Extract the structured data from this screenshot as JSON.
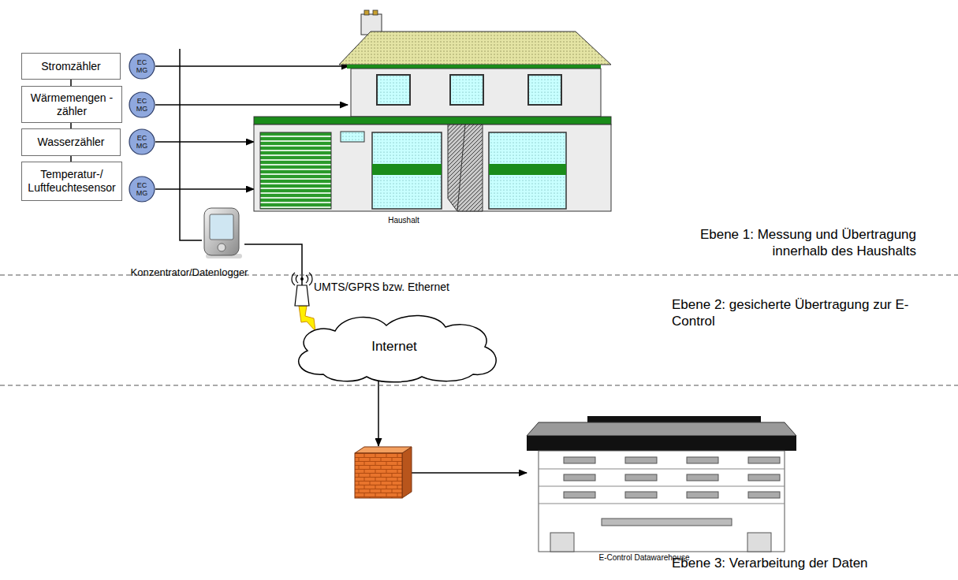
{
  "diagram": {
    "nodes": [
      {
        "text": [
          "Stromzähler"
        ]
      },
      {
        "text": [
          "Wärmemengen -zähler"
        ]
      },
      {
        "text": [
          "Wasserzähler"
        ]
      },
      {
        "text": [
          "Temperatur-/ Luftfeuchtesensor"
        ]
      },
      {
        "text": [
          "EC MG"
        ]
      },
      {
        "text": [
          "EC MG"
        ]
      },
      {
        "text": [
          "EC MG"
        ]
      },
      {
        "text": [
          "EC MG"
        ]
      },
      {
        "text": [
          "Haushalt"
        ]
      },
      {
        "text": [
          "Konzentrator/Datenlogger"
        ]
      },
      {
        "text": [
          "Internet"
        ]
      },
      {
        "text": [
          "E-Control Datawarehouse"
        ]
      }
    ],
    "edges": [
      {
        "from": 4,
        "to": 8,
        "arrow": "to"
      },
      {
        "from": 5,
        "to": 8,
        "arrow": "to"
      },
      {
        "from": 6,
        "to": 8,
        "arrow": "to"
      },
      {
        "from": 7,
        "to": 8,
        "arrow": "to"
      },
      {
        "from": 9,
        "to": 10,
        "arrow": "none"
      },
      {
        "from": 10,
        "to": 11,
        "arrow": "to"
      }
    ],
    "labels": [
      "UMTS/GPRS bzw. Ethernet",
      "Ebene 1: Messung und Übertragung innerhalb des Haushalts",
      "Ebene 2: gesicherte Übertragung zur E-Control",
      "Ebene 3: Verarbeitung der Daten"
    ]
  }
}
